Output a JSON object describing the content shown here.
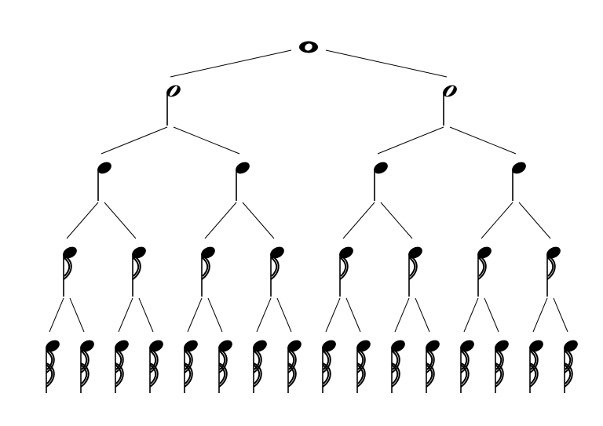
{
  "diagram": {
    "type": "note-value-subdivision-tree",
    "levels": [
      {
        "note": "whole-note",
        "count": 1
      },
      {
        "note": "half-note",
        "count": 2
      },
      {
        "note": "quarter-note",
        "count": 4
      },
      {
        "note": "eighth-note",
        "count": 8
      },
      {
        "note": "sixteenth-note",
        "count": 16
      }
    ],
    "branching": 2,
    "colors": {
      "ink": "#000000",
      "background": "#ffffff"
    }
  }
}
